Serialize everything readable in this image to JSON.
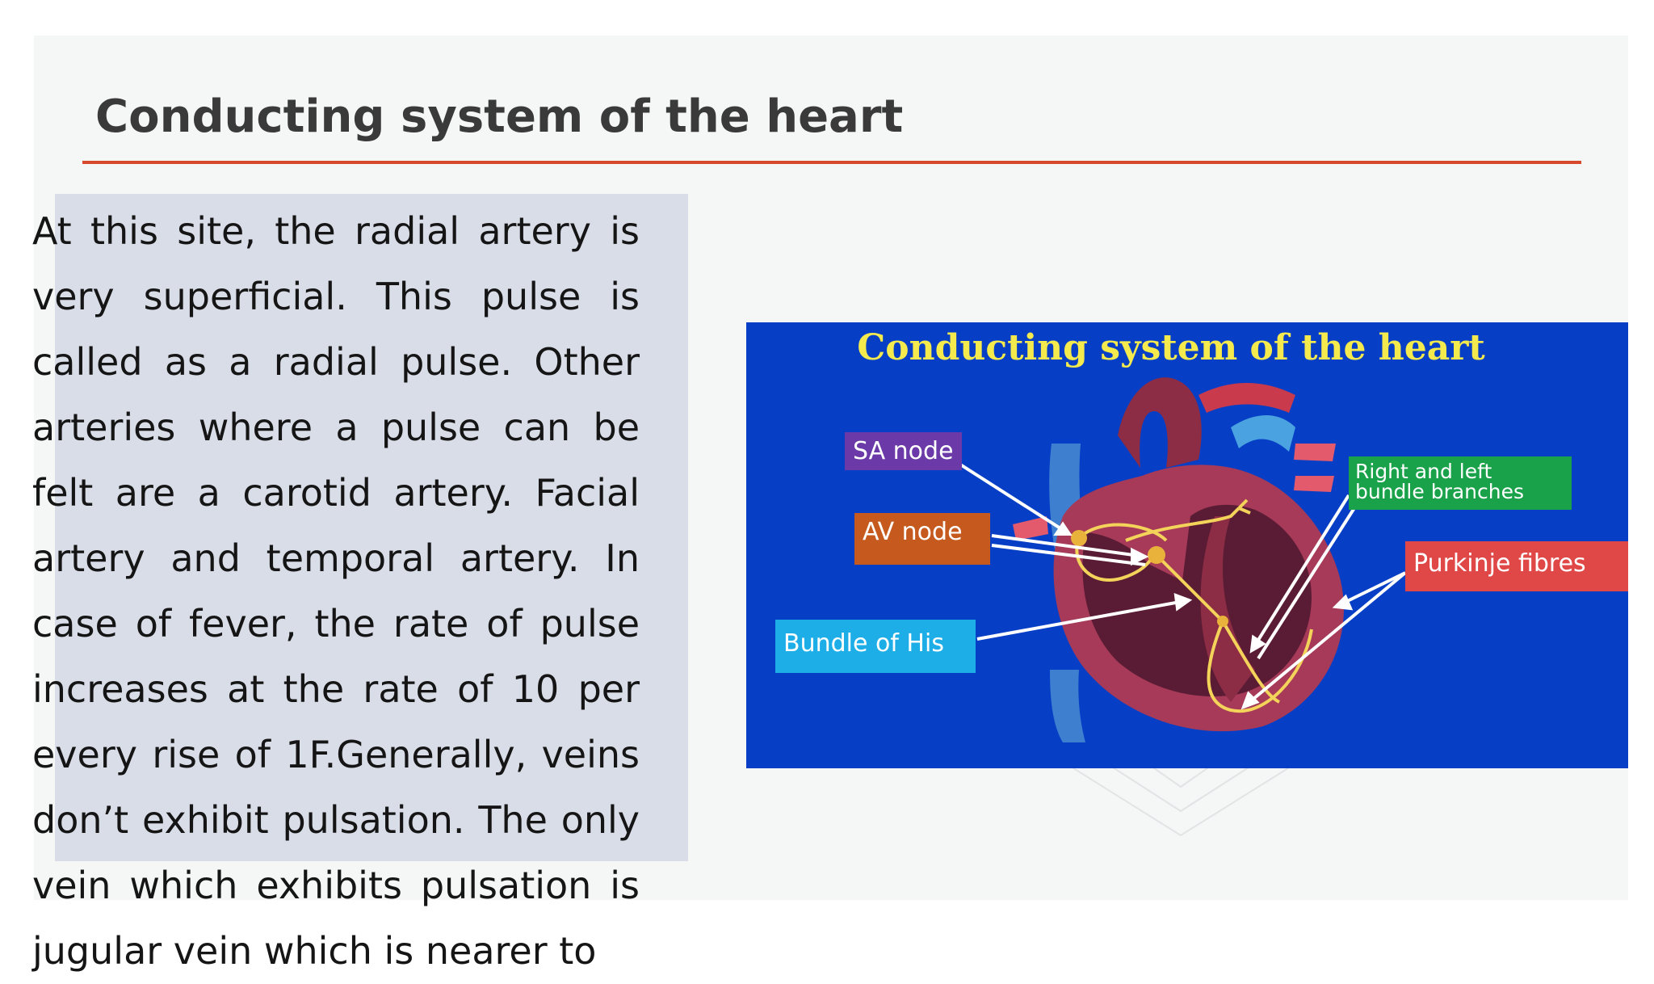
{
  "slide": {
    "title": "Conducting system of the heart",
    "body": "At this site, the radial artery is very superficial. This pulse is called as a radial pulse. Other arteries where a pulse can be felt are a carotid artery. Facial artery and temporal artery. In case of fever, the rate of pulse increases at the rate of 10 per every rise of 1F.Generally, veins don’t exhibit pulsation. The only vein which exhibits pulsation is jugular vein which is nearer to"
  },
  "figure": {
    "title": "Conducting system of the heart",
    "labels": {
      "sa_node": "SA node",
      "av_node": "AV node",
      "bundle_of_his": "Bundle of His",
      "bundle_branches": "Right and left bundle branches",
      "purkinje": "Purkinje fibres"
    }
  },
  "colors": {
    "accent_rule": "#d8482a",
    "text_box": "#d9dde7",
    "figure_background": "#063fc6",
    "figure_title": "#f4ea4e"
  }
}
